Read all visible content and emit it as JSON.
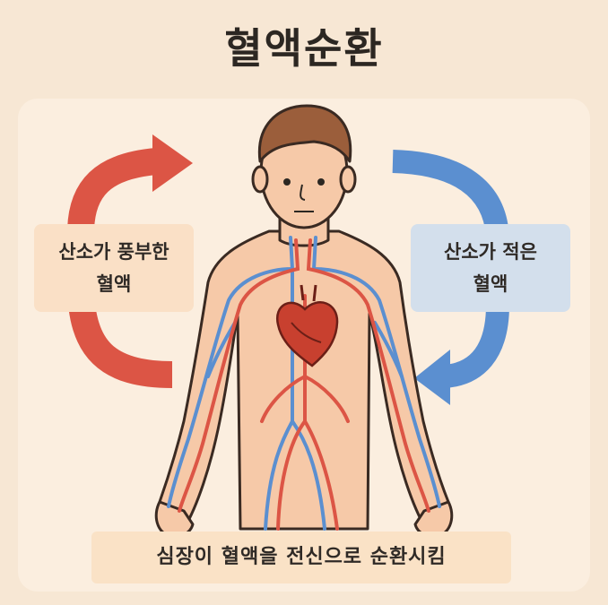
{
  "title": "혈액순환",
  "labels": {
    "oxygen_rich_line1": "산소가 풍부한",
    "oxygen_rich_line2": "혈액",
    "oxygen_poor_line1": "산소가 적은",
    "oxygen_poor_line2": "혈액"
  },
  "caption": "심장이 혈액을 전신으로 순환시킴",
  "colors": {
    "artery_red": "#dc5545",
    "vein_blue": "#5b8fd0",
    "skin": "#f6c9a8",
    "hair": "#9b5e3b",
    "heart": "#c8402f"
  },
  "icons": [
    "red-circular-arrow-icon",
    "blue-circular-arrow-icon",
    "heart-icon"
  ]
}
